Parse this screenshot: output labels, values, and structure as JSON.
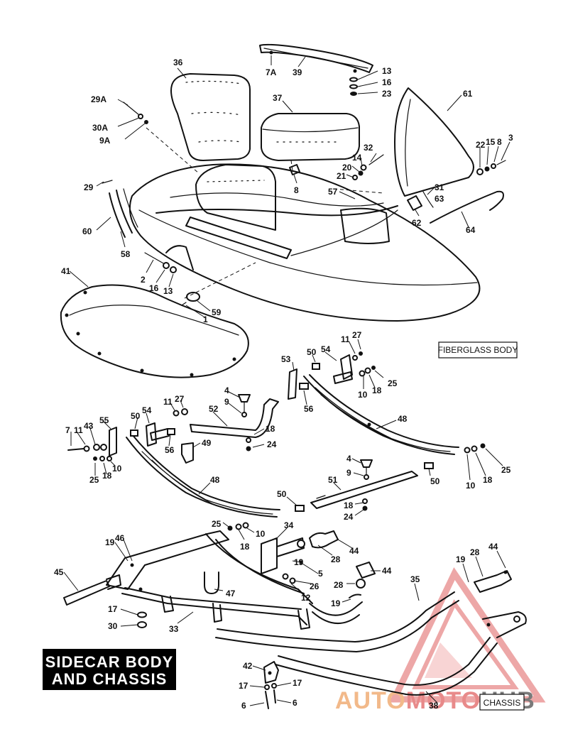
{
  "title_lines": [
    "SIDECAR BODY",
    "AND CHASSIS"
  ],
  "section_labels": {
    "fiberglass_body": "FIBERGLASS BODY",
    "chassis": "CHASSIS"
  },
  "watermark": {
    "auto": "AUTO",
    "moto": "MOTO",
    "hub": "HUB",
    "color_auto": "#f2b98a",
    "color_moto": "#e88a8a",
    "color_hub": "#7a7a7a"
  },
  "part_callouts": [
    "36",
    "7A",
    "39",
    "13",
    "16",
    "23",
    "29A",
    "30A",
    "9A",
    "37",
    "61",
    "32",
    "14",
    "20",
    "21",
    "22",
    "15",
    "8",
    "3",
    "8",
    "29",
    "57",
    "31",
    "63",
    "62",
    "64",
    "60",
    "58",
    "2",
    "16",
    "13",
    "41",
    "59",
    "1",
    "11",
    "27",
    "50",
    "54",
    "53",
    "25",
    "10",
    "18",
    "56",
    "48",
    "4",
    "9",
    "11",
    "27",
    "52",
    "50",
    "54",
    "55",
    "43",
    "7",
    "11",
    "56",
    "18",
    "24",
    "49",
    "25",
    "18",
    "10",
    "4",
    "9",
    "50",
    "10",
    "18",
    "25",
    "48",
    "51",
    "50",
    "18",
    "24",
    "25",
    "18",
    "10",
    "34",
    "19",
    "46",
    "28",
    "44",
    "45",
    "19",
    "5",
    "26",
    "12",
    "44",
    "28",
    "19",
    "47",
    "17",
    "30",
    "33",
    "35",
    "19",
    "28",
    "44",
    "42",
    "17",
    "17",
    "6",
    "6",
    "38"
  ]
}
